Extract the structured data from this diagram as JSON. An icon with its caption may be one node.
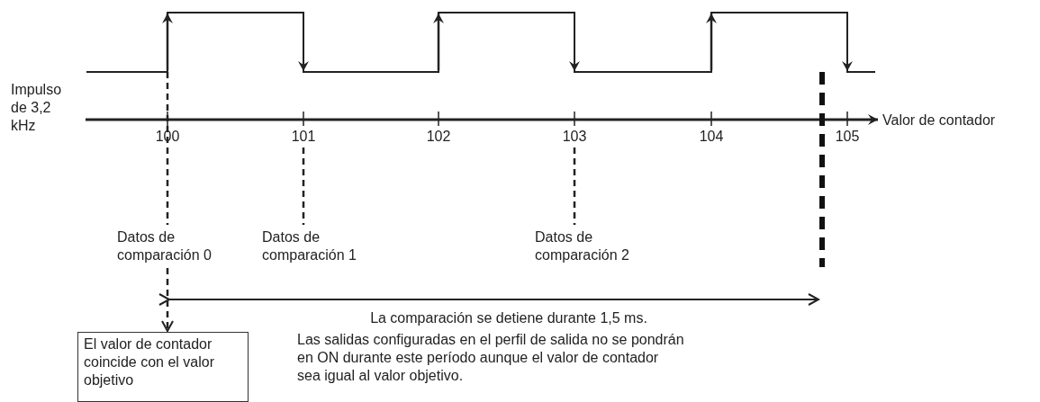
{
  "diagram": {
    "nodes": [
      {
        "text": [
          "Datos de comparación 0"
        ]
      },
      {
        "text": [
          "Datos de comparación 1"
        ]
      },
      {
        "text": [
          "Datos de comparación 2"
        ]
      },
      {
        "text": [
          "El valor de contador coincide con el valor objetivo"
        ]
      },
      {
        "text": [
          "100"
        ]
      },
      {
        "text": [
          "101"
        ]
      },
      {
        "text": [
          "102"
        ]
      },
      {
        "text": [
          "103"
        ]
      },
      {
        "text": [
          "104"
        ]
      },
      {
        "text": [
          "105"
        ]
      }
    ],
    "edges": [
      {
        "from": 0,
        "to": 3,
        "arrow": "to",
        "style": "dashed"
      },
      {
        "from": 5,
        "to": 1,
        "arrow": "none",
        "style": "dashed"
      },
      {
        "from": 7,
        "to": 2,
        "arrow": "none",
        "style": "dashed"
      }
    ],
    "labels": [
      "Impulso de 3,2 kHz",
      "Valor de contador",
      "La comparación se detiene durante 1,5 ms.",
      "Las salidas configuradas en el perfil de salida no se pondrán en ON durante este período aunque el valor de contador sea igual al valor objetivo."
    ]
  }
}
